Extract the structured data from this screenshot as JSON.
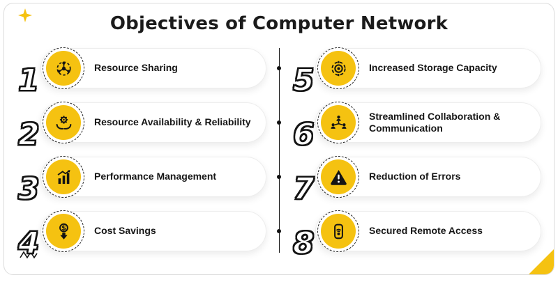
{
  "title": "Objectives of Computer Network",
  "colors": {
    "accent_yellow": "#F5C211",
    "ink": "#141414"
  },
  "items": [
    {
      "number": "1",
      "label": "Resource Sharing",
      "icon": "resource-sharing-network-icon"
    },
    {
      "number": "2",
      "label": "Resource Availability & Reliability",
      "icon": "hands-holding-gear-icon"
    },
    {
      "number": "3",
      "label": "Performance Management",
      "icon": "gear-bar-chart-icon"
    },
    {
      "number": "4",
      "label": "Cost Savings",
      "icon": "dollar-down-arrow-icon"
    },
    {
      "number": "5",
      "label": "Increased Storage Capacity",
      "icon": "storage-target-icon"
    },
    {
      "number": "6",
      "label": "Streamlined Collaboration & Communication",
      "icon": "people-network-icon"
    },
    {
      "number": "7",
      "label": "Reduction of Errors",
      "icon": "warning-triangle-icon"
    },
    {
      "number": "8",
      "label": "Secured Remote Access",
      "icon": "remote-access-icon"
    }
  ]
}
